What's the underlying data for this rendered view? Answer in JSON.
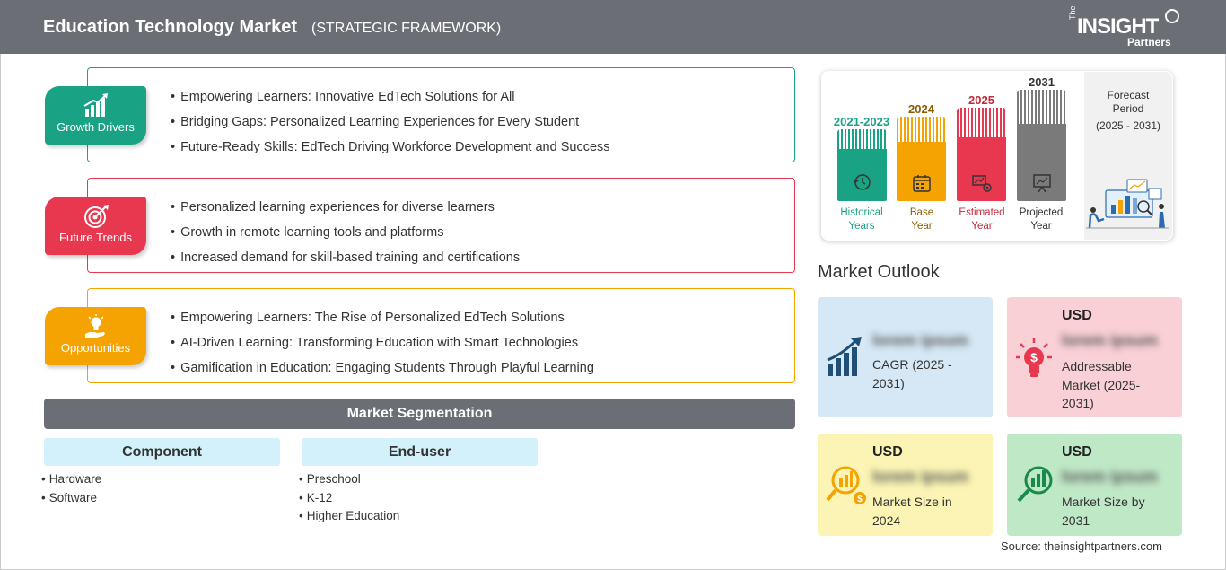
{
  "header": {
    "title": "Education Technology Market",
    "subtitle": "(STRATEGIC FRAMEWORK)",
    "logo": {
      "the": "The",
      "brand": "INSIGHT",
      "partners": "Partners"
    }
  },
  "colors": {
    "header_bg": "#6b6e75",
    "growth": "#1aa284",
    "trends": "#e8384f",
    "opportunities": "#f4a300"
  },
  "framework": {
    "growth_drivers": {
      "label": "Growth Drivers",
      "icon": "bar-chart-arrow-icon",
      "items": [
        "Empowering Learners: Innovative EdTech Solutions for All",
        "Bridging Gaps: Personalized Learning Experiences for Every Student",
        "Future-Ready Skills: EdTech Driving Workforce Development and Success"
      ]
    },
    "future_trends": {
      "label": "Future Trends",
      "icon": "target-icon",
      "items": [
        "Personalized learning experiences for diverse learners",
        "Growth in remote learning tools and platforms",
        "Increased demand for skill-based training and certifications"
      ]
    },
    "opportunities": {
      "label": "Opportunities",
      "icon": "lightbulb-hand-icon",
      "items": [
        "Empowering Learners: The Rise of Personalized EdTech Solutions",
        "AI-Driven Learning: Transforming Education with Smart Technologies",
        "Gamification in Education: Engaging Students Through Playful Learning"
      ]
    }
  },
  "segmentation": {
    "title": "Market Segmentation",
    "component": {
      "title": "Component",
      "items": [
        "Hardware",
        "Software"
      ]
    },
    "end_user": {
      "title": "End-user",
      "items": [
        "Preschool",
        "K-12",
        "Higher Education"
      ]
    }
  },
  "timeline": {
    "historical": {
      "year": "2021-2023",
      "line1": "Historical",
      "line2": "Years",
      "icon": "history-clock-icon"
    },
    "base": {
      "year": "2024",
      "line1": "Base",
      "line2": "Year",
      "icon": "calendar-icon"
    },
    "estimated": {
      "year": "2025",
      "line1": "Estimated",
      "line2": "Year",
      "icon": "gear-chart-icon"
    },
    "projected": {
      "year": "2031",
      "line1": "Projected",
      "line2": "Year",
      "icon": "presentation-icon"
    },
    "forecast": {
      "line1": "Forecast",
      "line2": "Period",
      "line3": "(2025 - 2031)",
      "illustration": "analytics-team-icon"
    }
  },
  "outlook": {
    "title": "Market Outlook",
    "cagr": {
      "value": "lorem ipsum",
      "desc": "CAGR (2025 - 2031)",
      "icon": "growth-chart-icon"
    },
    "addressable": {
      "unit": "USD",
      "value": "lorem ipsum",
      "desc": "Addressable Market (2025-2031)",
      "icon": "dollar-bulb-icon"
    },
    "size_2024": {
      "unit": "USD",
      "value": "lorem ipsum",
      "desc": "Market Size in 2024",
      "icon": "magnifier-dollar-icon"
    },
    "size_2031": {
      "unit": "USD",
      "value": "lorem ipsum",
      "desc": "Market Size by 2031",
      "icon": "magnifier-bars-icon"
    }
  },
  "source": "Source: theinsightpartners.com"
}
